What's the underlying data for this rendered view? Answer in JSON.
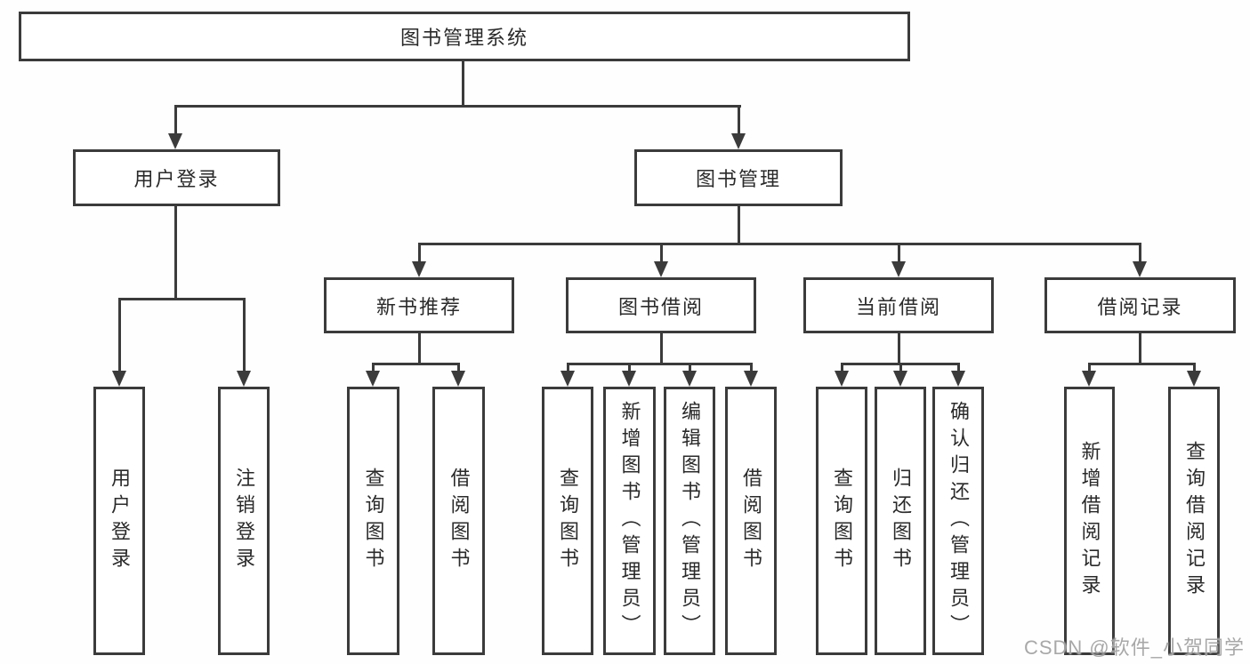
{
  "title": "图书管理系统",
  "nodes": {
    "user_login": "用户登录",
    "book_management": "图书管理",
    "new_book_recommendation": "新书推荐",
    "book_borrowing": "图书借阅",
    "current_borrowing": "当前借阅",
    "borrowing_records": "借阅记录",
    "leaf_user_login": "用户登录",
    "leaf_logout": "注销登录",
    "leaf_nb_query_books": "查询图书",
    "leaf_nb_borrow_books": "借阅图书",
    "leaf_bb_query_books": "查询图书",
    "leaf_bb_add_books": "新增图书（管理员）",
    "leaf_bb_edit_books": "编辑图书（管理员）",
    "leaf_bb_borrow_books": "借阅图书",
    "leaf_cb_query_books": "查询图书",
    "leaf_cb_return_books": "归还图书",
    "leaf_cb_confirm_return": "确认归还（管理员）",
    "leaf_br_add_record": "新增借阅记录",
    "leaf_br_query_record": "查询借阅记录"
  },
  "watermark": "CSDN @软件_小贺同学",
  "colors": {
    "line": "#3b3b3b",
    "text": "#2a2a2a",
    "watermark_text": "#9e9e9e"
  }
}
